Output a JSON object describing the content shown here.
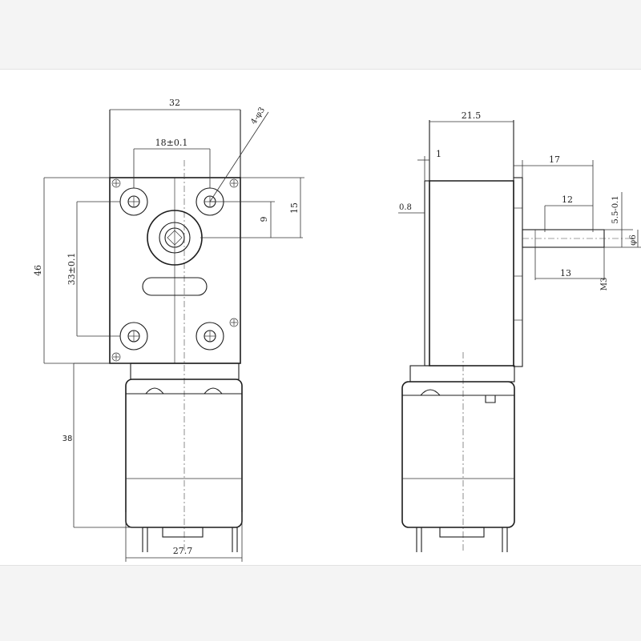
{
  "drawing": {
    "front_view": {
      "dims": {
        "width": "32",
        "hole_spacing_x": "18±0.1",
        "holes_callout": "4-φ3",
        "height": "46",
        "hole_spacing_y": "33±0.1",
        "shaft_offset": "9",
        "shaft_to_top": "15",
        "motor_length": "38",
        "motor_width": "27.7"
      }
    },
    "side_view": {
      "dims": {
        "depth": "21.5",
        "flange": "1",
        "face_offset": "0.8",
        "shaft_length": "17",
        "flat_length": "12",
        "flat_depth": "5.5-0.1",
        "shaft_diameter": "φ6",
        "thread_length": "13",
        "thread": "M3"
      }
    }
  }
}
